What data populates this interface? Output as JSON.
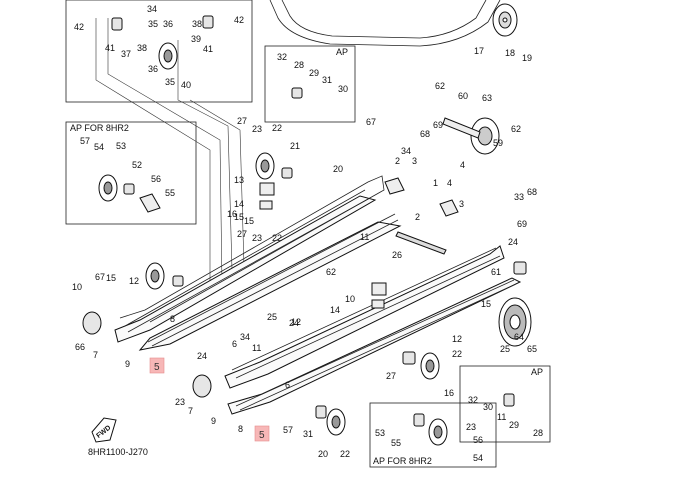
{
  "diagram_code": "8HR1100-J270",
  "fwd_label": "FWD",
  "box_labels": {
    "ap_top": "AP",
    "ap_for_8hr2_left": "AP FOR 8HR2",
    "ap_right": "AP",
    "ap_for_8hr2_bottom": "AP FOR 8HR2"
  },
  "highlight_labels": [
    "5",
    "5"
  ],
  "callouts": [
    "42",
    "34",
    "35",
    "36",
    "38",
    "42",
    "41",
    "37",
    "38",
    "36",
    "39",
    "35",
    "40",
    "41",
    "17",
    "18",
    "19",
    "32",
    "28",
    "29",
    "31",
    "30",
    "62",
    "60",
    "63",
    "67",
    "69",
    "68",
    "59",
    "62",
    "27",
    "23",
    "22",
    "57",
    "54",
    "53",
    "21",
    "52",
    "56",
    "55",
    "13",
    "14",
    "16",
    "15",
    "27",
    "23",
    "22",
    "20",
    "34",
    "2",
    "3",
    "4",
    "1",
    "4",
    "3",
    "2",
    "33",
    "68",
    "69",
    "67",
    "12",
    "10",
    "8",
    "11",
    "26",
    "24",
    "61",
    "62",
    "15",
    "34",
    "25",
    "24",
    "25",
    "64",
    "65",
    "66",
    "7",
    "9",
    "6",
    "24",
    "11",
    "10",
    "14",
    "15",
    "12",
    "22",
    "27",
    "15",
    "16",
    "23",
    "7",
    "9",
    "8",
    "6",
    "11",
    "29",
    "28",
    "32",
    "30",
    "31",
    "20",
    "22",
    "23",
    "53",
    "55",
    "56",
    "54",
    "57",
    "12",
    "25"
  ]
}
